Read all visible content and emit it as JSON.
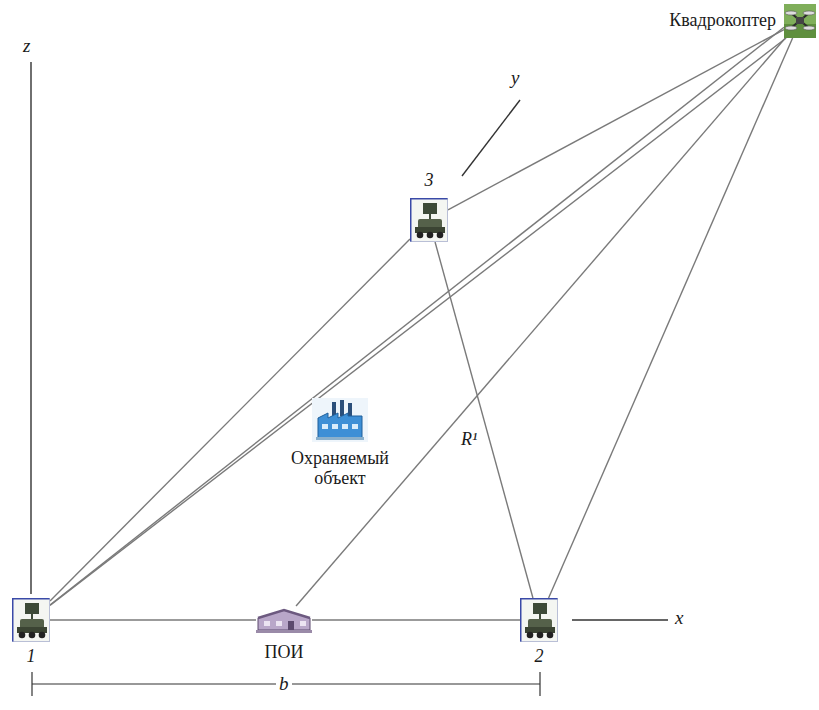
{
  "diagram": {
    "nodes": [
      {
        "text": [
          "Квадрокоптер"
        ]
      },
      {
        "text": [
          "3"
        ]
      },
      {
        "text": [
          "Охраняемый объект"
        ]
      },
      {
        "text": [
          "1"
        ]
      },
      {
        "text": [
          "ПОИ"
        ]
      },
      {
        "text": [
          "2"
        ]
      }
    ],
    "edges": [
      {
        "from": 1,
        "to": 0,
        "arrow": "none"
      },
      {
        "from": 3,
        "to": 1,
        "arrow": "none"
      },
      {
        "from": 3,
        "to": 0,
        "arrow": "none"
      },
      {
        "from": 3,
        "to": 0,
        "arrow": "none"
      },
      {
        "from": 4,
        "to": 0,
        "arrow": "none",
        "label": "R¹"
      },
      {
        "from": 1,
        "to": 5,
        "arrow": "none"
      },
      {
        "from": 5,
        "to": 0,
        "arrow": "none"
      },
      {
        "from": 3,
        "to": 4,
        "arrow": "none"
      },
      {
        "from": 4,
        "to": 5,
        "arrow": "none"
      }
    ],
    "labels": [
      "z",
      "y",
      "x",
      "b"
    ]
  }
}
